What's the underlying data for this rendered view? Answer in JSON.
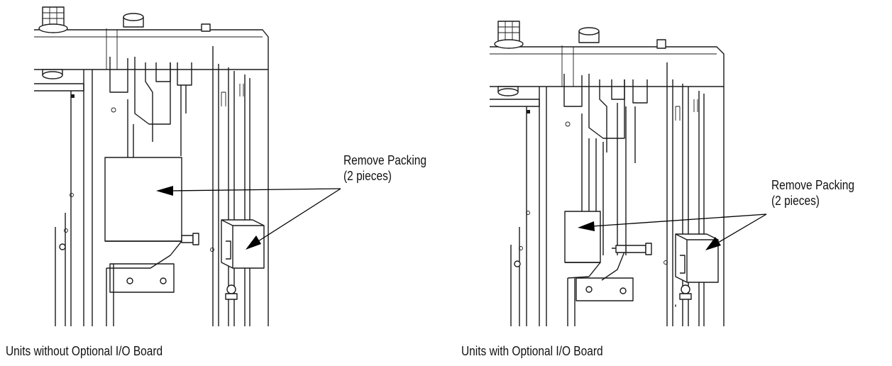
{
  "left_figure": {
    "callout": [
      "Remove Packing",
      "(2 pieces)"
    ],
    "caption": "Units without Optional I/O Board"
  },
  "right_figure": {
    "callout": [
      "Remove Packing",
      "(2 pieces)"
    ],
    "caption": "Units with Optional I/O Board"
  }
}
